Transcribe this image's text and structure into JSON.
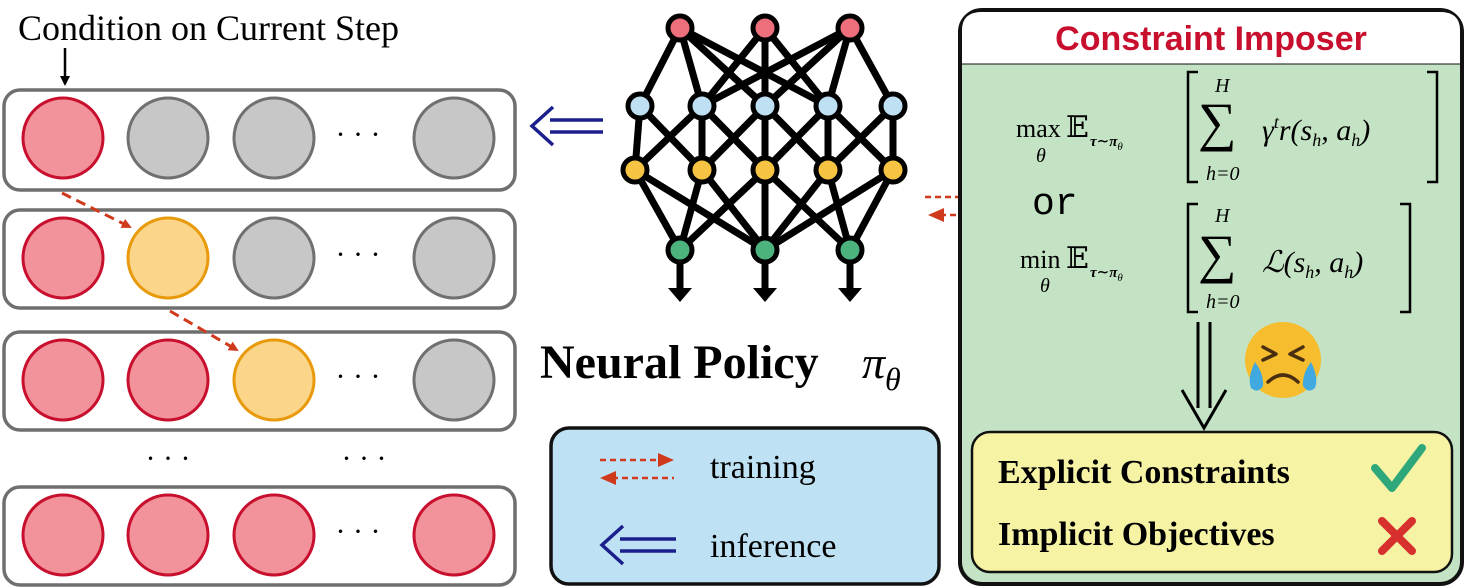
{
  "sequence": {
    "caption": "Condition on Current Step",
    "ellipsis": "· · ·"
  },
  "policy": {
    "label": "Neural Policy",
    "symbol": "π",
    "subscript": "θ"
  },
  "legend": {
    "training_label": "training",
    "inference_label": "inference"
  },
  "imposer": {
    "title": "Constraint Imposer",
    "or_label": "or",
    "max_operator": "max",
    "min_operator": "min",
    "theta": "θ",
    "expectation": "𝔼",
    "expectation_sub": "τ∼π",
    "expectation_sub_theta": "θ",
    "sum_upper": "H",
    "sum_lower": "h=0",
    "reward_term": "γ",
    "reward_exp": "t",
    "reward_func": "r(s",
    "loss_func": "ℒ(s",
    "args_h1": "h",
    "args_mid": ", a",
    "args_h2": "h",
    "args_close": ")",
    "emoji_name": "crying-face",
    "explicit_label": "Explicit Constraints",
    "implicit_label": "Implicit Objectives"
  },
  "colors": {
    "red_fill": "#F2929A",
    "red_stroke": "#C8102E",
    "yellow_fill": "#FAD58A",
    "yellow_stroke": "#E89A0C",
    "gray_fill": "#C7C7C7",
    "gray_stroke": "#707070",
    "green_panel": "#C4E3C4",
    "legend_blue": "#BEE2F4",
    "result_yellow": "#F7F3A4",
    "title_red": "#C8102E",
    "arrow_navy": "#1B1F8C"
  }
}
